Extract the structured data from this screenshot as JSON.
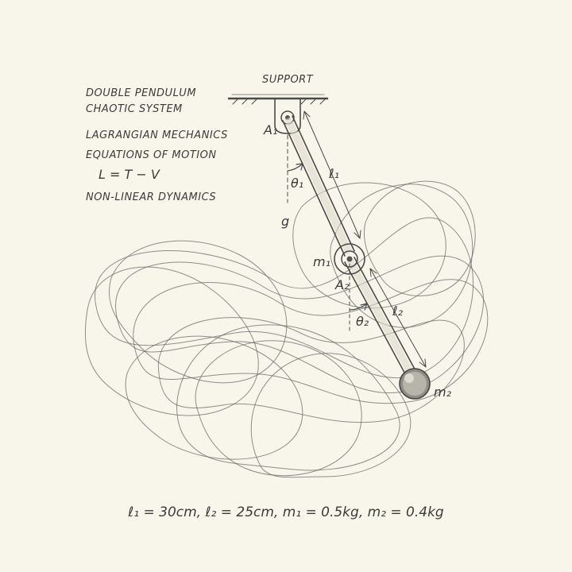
{
  "notes": {
    "line1": "DOUBLE PENDULUM",
    "line2": "CHAOTIC SYSTEM",
    "line3": "LAGRANGIAN MECHANICS",
    "line4": "EQUATIONS OF MOTION",
    "lagrangian": "L = T − V",
    "line6": "NON-LINEAR DYNAMICS"
  },
  "labels": {
    "support": "SUPPORT",
    "pivot_a1": "A₁",
    "pivot_a2": "A₂",
    "angle1": "θ₁",
    "angle2": "θ₂",
    "length1": "ℓ₁",
    "length2": "ℓ₂",
    "gravity": "g",
    "mass1": "m₁",
    "mass2": "m₂"
  },
  "parameters": "ℓ₁ = 30cm,   ℓ₂ = 25cm,   m₁ = 0.5kg,   m₂ = 0.4kg"
}
